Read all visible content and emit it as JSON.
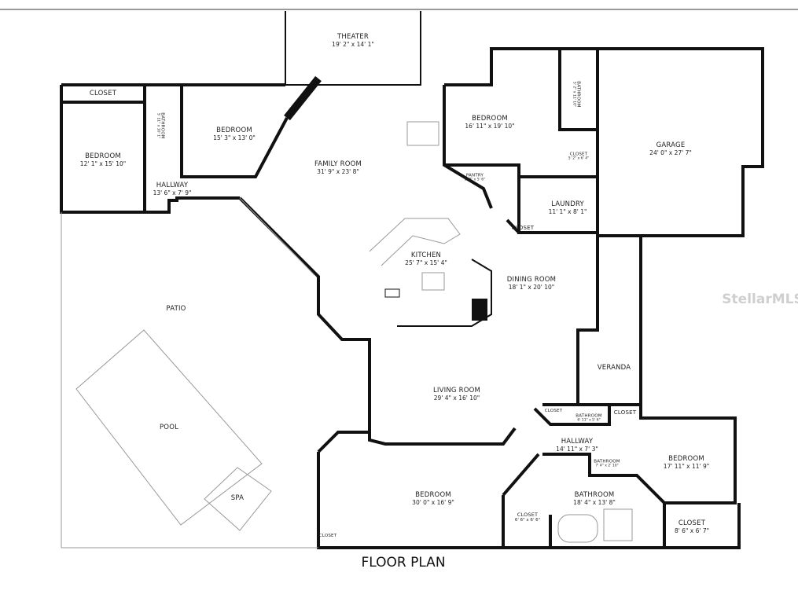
{
  "caption": "FLOOR PLAN",
  "watermark": "StellarMLS",
  "rooms": [
    {
      "name": "THEATER",
      "dims": "19' 2\" x 14' 1\""
    },
    {
      "name": "CLOSET",
      "dims": ""
    },
    {
      "name": "BATHROOM",
      "dims": "5' 11\" x 10' 1\""
    },
    {
      "name": "BEDROOM",
      "dims": "12' 1\" x 15' 10\""
    },
    {
      "name": "BEDROOM",
      "dims": "15' 3\" x 13' 0\""
    },
    {
      "name": "HALLWAY",
      "dims": "13' 6\" x 7' 9\""
    },
    {
      "name": "FAMILY ROOM",
      "dims": "31' 9\" x 23' 8\""
    },
    {
      "name": "BEDROOM",
      "dims": "16' 11\" x 19' 10\""
    },
    {
      "name": "BATHROOM",
      "dims": "5' 2\" x 11' 10\""
    },
    {
      "name": "CLOSET",
      "dims": "5' 2\" x 6' 4\""
    },
    {
      "name": "GARAGE",
      "dims": "24' 0\" x 27' 7\""
    },
    {
      "name": "PANTRY",
      "dims": "8' 9\" x 5' 6\""
    },
    {
      "name": "LAUNDRY",
      "dims": "11' 1\" x 8' 1\""
    },
    {
      "name": "CLOSET",
      "dims": ""
    },
    {
      "name": "KITCHEN",
      "dims": "25' 7\" x 15' 4\""
    },
    {
      "name": "DINING ROOM",
      "dims": "18' 1\" x 20' 10\""
    },
    {
      "name": "PATIO",
      "dims": ""
    },
    {
      "name": "POOL",
      "dims": ""
    },
    {
      "name": "SPA",
      "dims": ""
    },
    {
      "name": "VERANDA",
      "dims": ""
    },
    {
      "name": "LIVING ROOM",
      "dims": "29' 4\" x 16' 10\""
    },
    {
      "name": "CLOSET",
      "dims": ""
    },
    {
      "name": "BATHROOM",
      "dims": "6' 11\" x 5' 6\""
    },
    {
      "name": "CLOSET",
      "dims": ""
    },
    {
      "name": "HALLWAY",
      "dims": "14' 11\" x 7' 3\""
    },
    {
      "name": "BATHROOM",
      "dims": "7' 4\" x 2' 10\""
    },
    {
      "name": "BEDROOM",
      "dims": "17' 11\" x 11' 9\""
    },
    {
      "name": "BEDROOM",
      "dims": "30' 0\" x 16' 9\""
    },
    {
      "name": "BATHROOM",
      "dims": "18' 4\" x 13' 8\""
    },
    {
      "name": "CLOSET",
      "dims": "6' 6\" x 6' 6\""
    },
    {
      "name": "CLOSET",
      "dims": "8' 6\" x 6' 7\""
    },
    {
      "name": "CLOSET",
      "dims": ""
    }
  ]
}
